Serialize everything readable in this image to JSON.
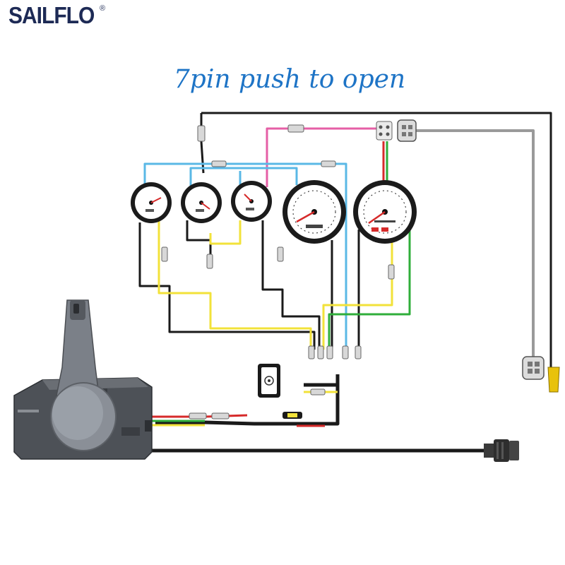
{
  "brand": {
    "logo": "SAILFLO",
    "registered": "®"
  },
  "headline": "7pin push to open",
  "colors": {
    "black": "#1a1a1a",
    "yellow": "#f2e23a",
    "cyan": "#5ab8e6",
    "pink": "#e55fa6",
    "red": "#d62a2a",
    "green": "#2fae3a",
    "gray": "#9a9a9a",
    "headline": "#1e74c6",
    "logo": "#1d2a55"
  },
  "components": [
    {
      "id": "gauge-1",
      "icon": "small-gauge-icon"
    },
    {
      "id": "gauge-2",
      "icon": "small-gauge-icon"
    },
    {
      "id": "gauge-3",
      "icon": "small-gauge-icon"
    },
    {
      "id": "speedometer",
      "icon": "speedometer-icon"
    },
    {
      "id": "tachometer",
      "icon": "tachometer-icon"
    },
    {
      "id": "key-switch",
      "icon": "ignition-key-switch-icon"
    },
    {
      "id": "remote-control-box",
      "icon": "side-mount-remote-control-icon"
    },
    {
      "id": "engine-connector",
      "icon": "round-plug-connector-icon"
    },
    {
      "id": "trim-connector",
      "icon": "4pin-connector-icon"
    }
  ]
}
